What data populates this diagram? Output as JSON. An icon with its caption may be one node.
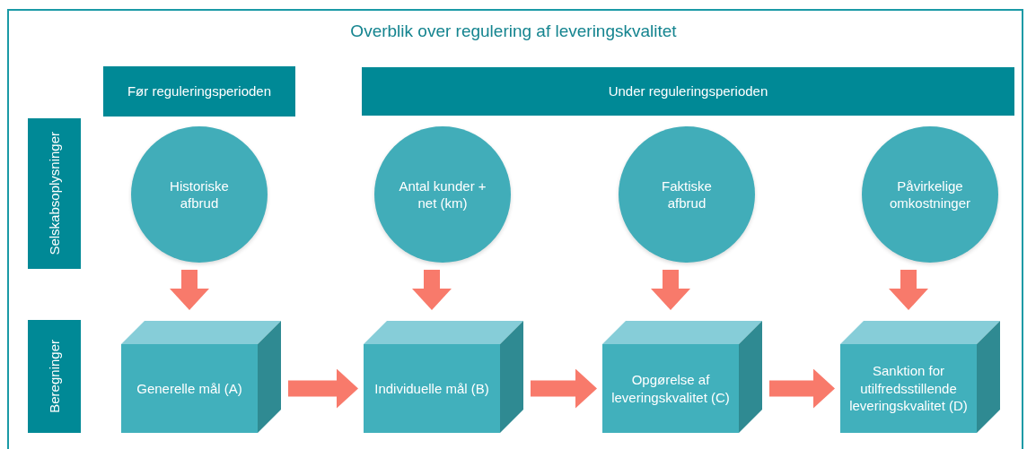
{
  "diagram": {
    "title": "Overblik over regulering af leveringskvalitet",
    "nodes": [
      {
        "text": [
          "Før reguleringsperioden"
        ]
      },
      {
        "text": [
          "Under reguleringsperioden"
        ]
      },
      {
        "text": [
          "Selskabsoplysninger"
        ]
      },
      {
        "text": [
          "Beregninger"
        ]
      },
      {
        "text": [
          "Historiske afbrud"
        ]
      },
      {
        "text": [
          "Antal kunder + net (km)"
        ]
      },
      {
        "text": [
          "Faktiske afbrud"
        ]
      },
      {
        "text": [
          "Påvirkelige omkostninger"
        ]
      },
      {
        "text": [
          "Generelle mål (A)"
        ]
      },
      {
        "text": [
          "Individuelle mål (B)"
        ]
      },
      {
        "text": [
          "Opgørelse af leveringskvalitet (C)"
        ]
      },
      {
        "text": [
          "Sanktion for utilfredsstillende leveringskvalitet (D)"
        ]
      }
    ],
    "edges": [
      {
        "from": 4,
        "to": 8,
        "arrow": "to"
      },
      {
        "from": 5,
        "to": 9,
        "arrow": "to"
      },
      {
        "from": 6,
        "to": 10,
        "arrow": "to"
      },
      {
        "from": 7,
        "to": 11,
        "arrow": "to"
      },
      {
        "from": 8,
        "to": 9,
        "arrow": "to"
      },
      {
        "from": 9,
        "to": 10,
        "arrow": "to"
      },
      {
        "from": 10,
        "to": 11,
        "arrow": "to"
      }
    ]
  }
}
